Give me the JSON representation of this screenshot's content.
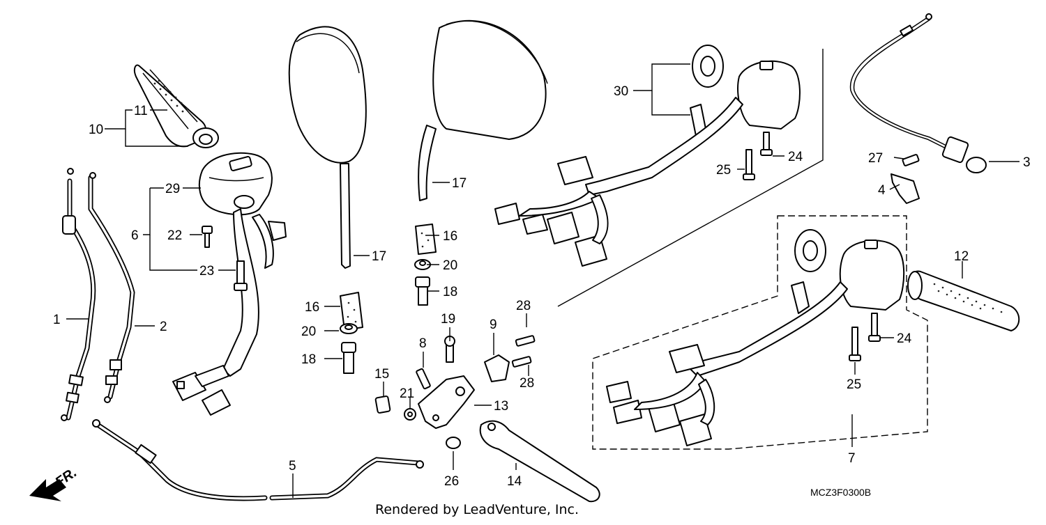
{
  "diagram": {
    "code": "MCZ3F0300B",
    "credit": "Rendered by LeadVenture, Inc.",
    "direction": "FR.",
    "callouts": {
      "c1": "1",
      "c2": "2",
      "c3": "3",
      "c4": "4",
      "c5": "5",
      "c6": "6",
      "c7": "7",
      "c8": "8",
      "c9": "9",
      "c10": "10",
      "c11": "11",
      "c12": "12",
      "c13": "13",
      "c14": "14",
      "c15": "15",
      "c16a": "16",
      "c16b": "16",
      "c17a": "17",
      "c17b": "17",
      "c18a": "18",
      "c18b": "18",
      "c19": "19",
      "c20a": "20",
      "c20b": "20",
      "c21": "21",
      "c22": "22",
      "c23": "23",
      "c24a": "24",
      "c24b": "24",
      "c25a": "25",
      "c25b": "25",
      "c26": "26",
      "c27": "27",
      "c28a": "28",
      "c28b": "28",
      "c29": "29",
      "c30": "30"
    }
  }
}
